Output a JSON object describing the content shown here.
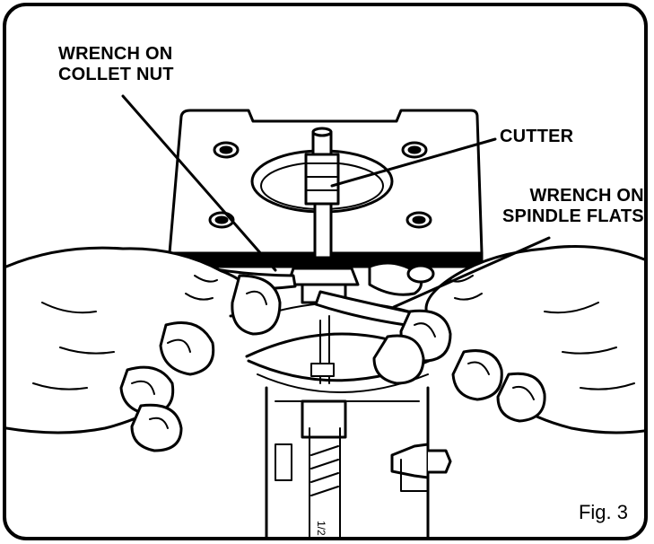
{
  "callouts": {
    "wrench_collet_line1": "WRENCH ON",
    "wrench_collet_line2": "COLLET NUT",
    "cutter": "CUTTER",
    "wrench_spindle_line1": "WRENCH ON",
    "wrench_spindle_line2": "SPINDLE FLATS"
  },
  "figure_label": "Fig. 3",
  "colors": {
    "ink": "#000000",
    "paper": "#ffffff",
    "shade": "#cfcfcf"
  }
}
